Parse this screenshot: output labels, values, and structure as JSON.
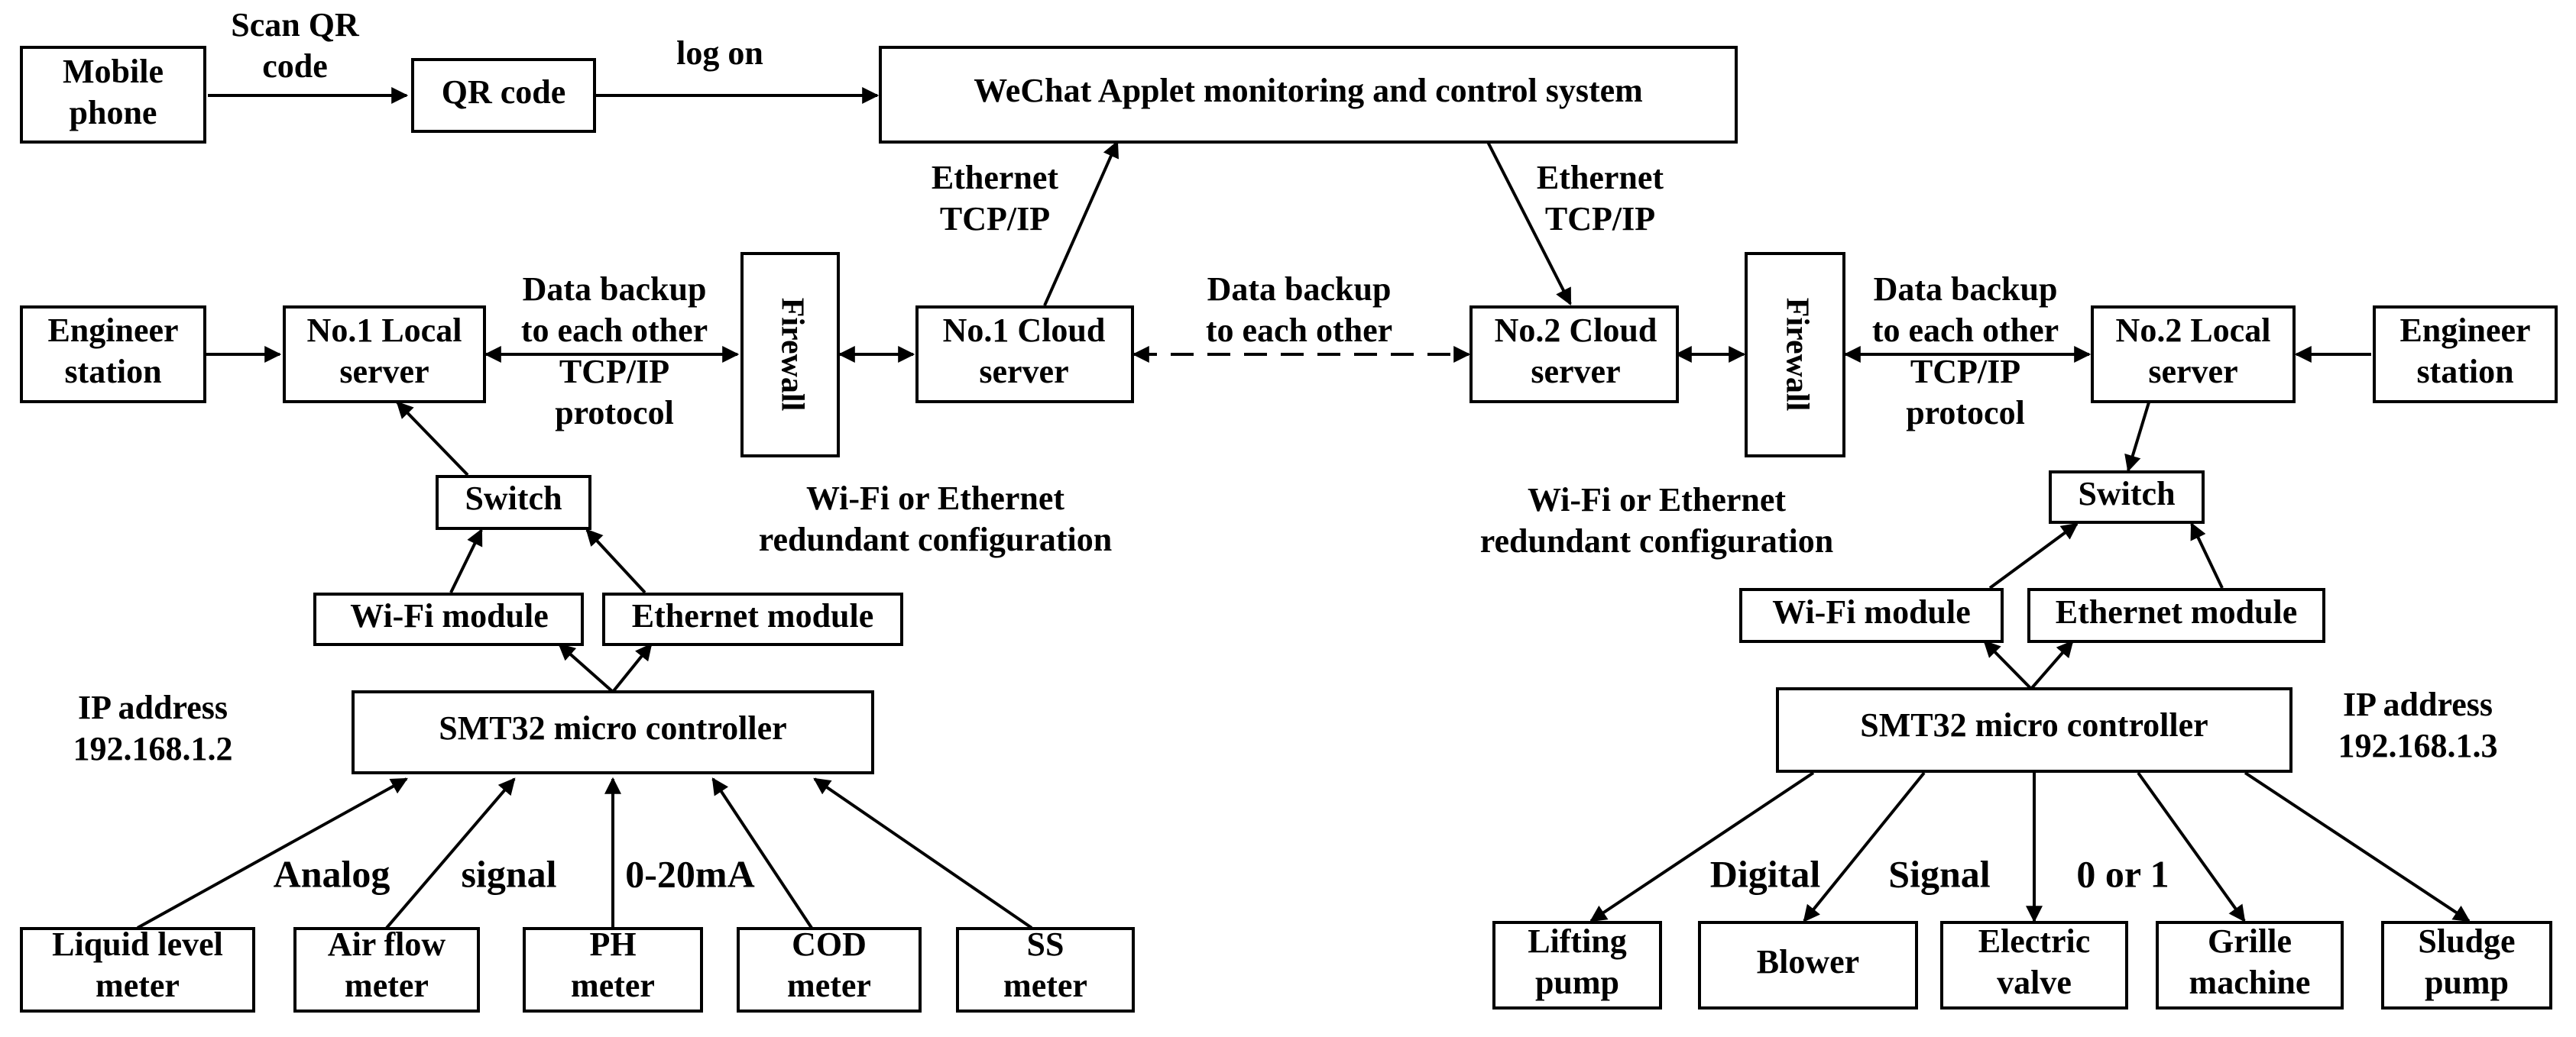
{
  "boxes": {
    "mobile_phone": [
      "Mobile",
      "phone"
    ],
    "qr_code": [
      "QR code"
    ],
    "wechat": [
      "WeChat Applet monitoring and control system"
    ],
    "engineer_1": [
      "Engineer",
      "station"
    ],
    "local_server_1": [
      "No.1 Local",
      "server"
    ],
    "firewall_1": "Firewall",
    "cloud_server_1": [
      "No.1 Cloud",
      "server"
    ],
    "cloud_server_2": [
      "No.2 Cloud",
      "server"
    ],
    "firewall_2": "Firewall",
    "local_server_2": [
      "No.2 Local",
      "server"
    ],
    "engineer_2": [
      "Engineer",
      "station"
    ],
    "switch_1": [
      "Switch"
    ],
    "switch_2": [
      "Switch"
    ],
    "wifi_module_1": [
      "Wi-Fi module"
    ],
    "ethernet_module_1": [
      "Ethernet module"
    ],
    "wifi_module_2": [
      "Wi-Fi module"
    ],
    "ethernet_module_2": [
      "Ethernet module"
    ],
    "controller_1": [
      "SMT32 micro controller"
    ],
    "controller_2": [
      "SMT32 micro controller"
    ],
    "liquid_level_meter": [
      "Liquid level",
      "meter"
    ],
    "air_flow_meter": [
      "Air flow",
      "meter"
    ],
    "ph_meter": [
      "PH",
      "meter"
    ],
    "cod_meter": [
      "COD",
      "meter"
    ],
    "ss_meter": [
      "SS",
      "meter"
    ],
    "lifting_pump": [
      "Lifting",
      "pump"
    ],
    "blower": [
      "Blower"
    ],
    "electric_valve": [
      "Electric",
      "valve"
    ],
    "grille_machine": [
      "Grille",
      "machine"
    ],
    "sludge_pump": [
      "Sludge",
      "pump"
    ]
  },
  "labels": {
    "scan_qr": [
      "Scan QR",
      "code"
    ],
    "log_on": [
      "log on"
    ],
    "ethernet_up": [
      "Ethernet",
      "TCP/IP"
    ],
    "ethernet_down": [
      "Ethernet",
      "TCP/IP"
    ],
    "backup_left": [
      "Data backup",
      "to each other",
      "TCP/IP",
      "protocol"
    ],
    "backup_middle": [
      "Data backup",
      "to each other"
    ],
    "backup_right": [
      "Data backup",
      "to each other",
      "TCP/IP",
      "protocol"
    ],
    "redundant_left": [
      "Wi-Fi or Ethernet",
      "redundant configuration"
    ],
    "redundant_right": [
      "Wi-Fi or Ethernet",
      "redundant configuration"
    ],
    "ip_left": [
      "IP address",
      "192.168.1.2"
    ],
    "ip_right": [
      "IP address",
      "192.168.1.3"
    ],
    "analog": "Analog",
    "signal_left": "signal",
    "current": "0-20mA",
    "digital": "Digital",
    "signal_right": "Signal",
    "binary": "0 or 1"
  }
}
